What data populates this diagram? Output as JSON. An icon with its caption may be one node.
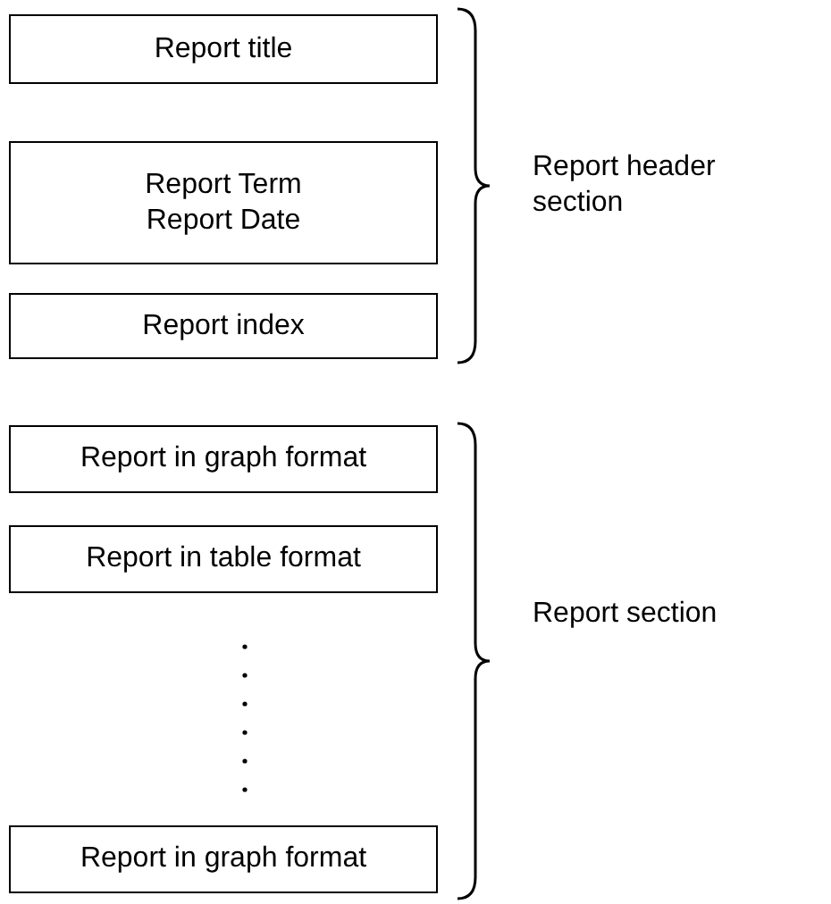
{
  "diagram": {
    "nodes": [
      {
        "text": [
          "Report title"
        ]
      },
      {
        "text": [
          "Report Term",
          "Report Date"
        ]
      },
      {
        "text": [
          "Report index"
        ]
      },
      {
        "text": [
          "Report in graph format"
        ]
      },
      {
        "text": [
          "Report in table format"
        ]
      },
      {
        "text": [
          "Report in graph format"
        ]
      }
    ],
    "labels": [
      "Report header section",
      "Report section"
    ]
  }
}
